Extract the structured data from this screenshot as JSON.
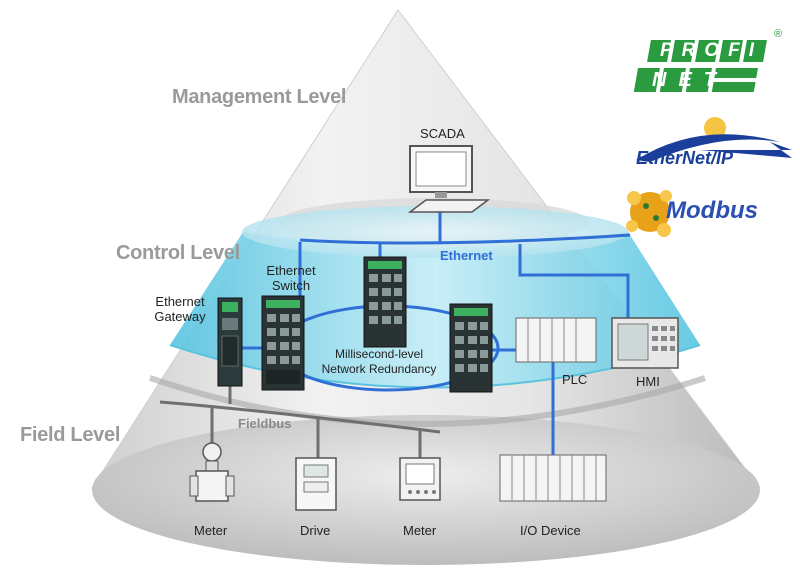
{
  "levels": {
    "management": "Management Level",
    "control": "Control Level",
    "field": "Field Level"
  },
  "networks": {
    "ethernet": "Ethernet",
    "fieldbus": "Fieldbus",
    "redundancy_line1": "Millisecond-level",
    "redundancy_line2": "Network Redundancy"
  },
  "devices": {
    "scada": "SCADA",
    "ethernet_switch_line1": "Ethernet",
    "ethernet_switch_line2": "Switch",
    "ethernet_gateway_line1": "Ethernet",
    "ethernet_gateway_line2": "Gateway",
    "plc": "PLC",
    "hmi": "HMI",
    "meter_left": "Meter",
    "drive": "Drive",
    "meter_right": "Meter",
    "io_device": "I/O Device"
  },
  "logos": {
    "profinet_top": "PROFI",
    "profinet_bottom": "NET",
    "profinet_mark": "®",
    "ethernetip": "EtherNet/IP",
    "modbus": "Modbus"
  },
  "colors": {
    "ethernet_line": "#2f6fd6",
    "fieldbus_line": "#7a7a7a",
    "control_band": "#7fd3ea",
    "profinet_green": "#2a9c3f",
    "ethernetip_blue": "#1a3f9a",
    "modbus_blue": "#2a4fb0",
    "level_text": "#9a9a9a"
  }
}
